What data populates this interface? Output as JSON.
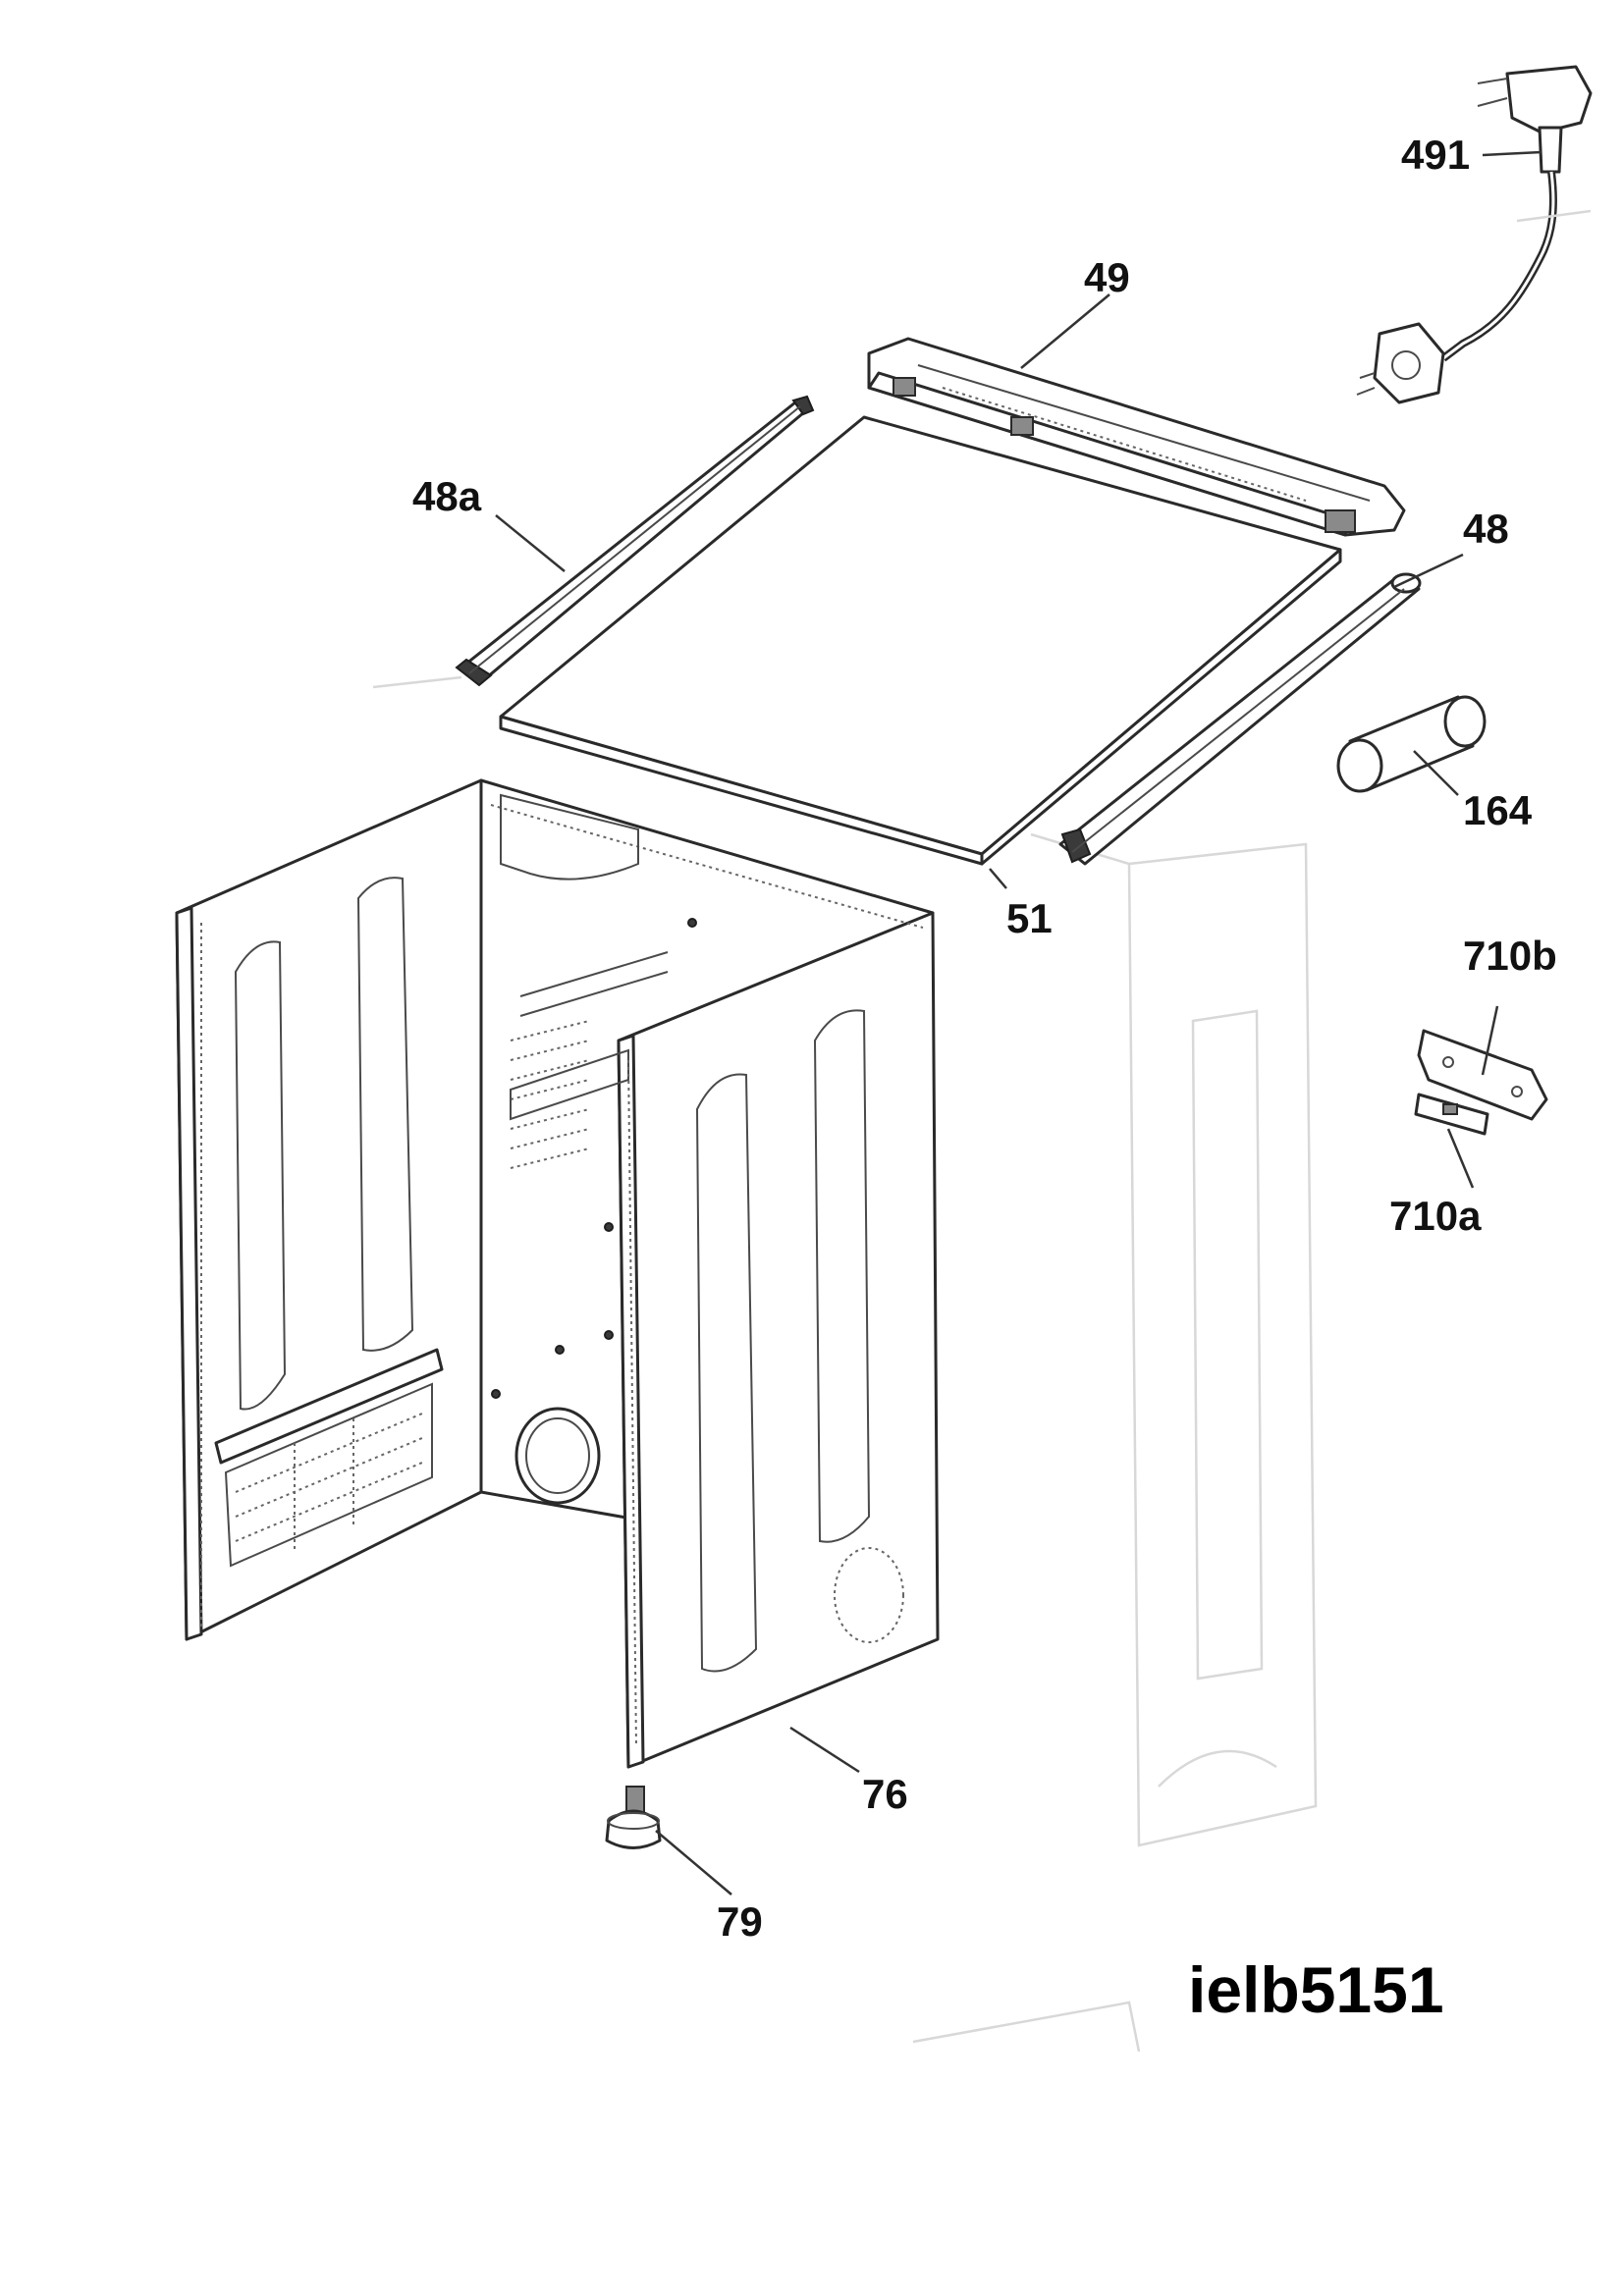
{
  "diagram": {
    "code": "ielb5151",
    "labels": {
      "p491": "491",
      "p49": "49",
      "p48a": "48a",
      "p48": "48",
      "p164": "164",
      "p51": "51",
      "p710b": "710b",
      "p710a": "710a",
      "p76": "76",
      "p79": "79"
    }
  }
}
